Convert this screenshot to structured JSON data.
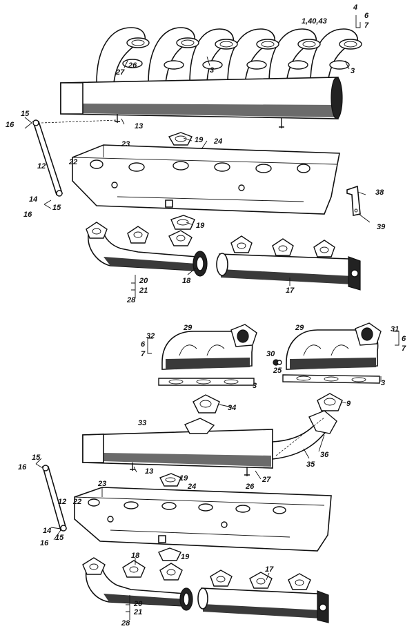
{
  "diagram": {
    "labels": {
      "a_1_40_43": "1,40,43",
      "a_4": "4",
      "a_6": "6",
      "a_7": "7",
      "a_3_top1": "3",
      "a_3_top2": "3",
      "a_27": "27",
      "a_26": "26",
      "a_13": "13",
      "a_15": "15",
      "a_16": "16",
      "a_12": "12",
      "a_14": "14",
      "a_15b": "15",
      "a_16b": "16",
      "a_19": "19",
      "a_23": "23",
      "a_24": "24",
      "a_22": "22",
      "a_38": "38",
      "a_39": "39",
      "a_19b": "19",
      "a_20": "20",
      "a_21": "21",
      "a_28": "28",
      "a_18": "18",
      "a_17": "17",
      "b_29a": "29",
      "b_29b": "29",
      "b_32": "32",
      "b_6": "6",
      "b_7": "7",
      "b_31": "31",
      "b_6b": "6",
      "b_7b": "7",
      "b_30": "30",
      "b_25": "25",
      "b_3a": "3",
      "b_3b": "3",
      "b_34": "34",
      "b_9": "9",
      "b_33": "33",
      "b_36": "36",
      "b_35": "35",
      "b_15": "15",
      "b_16": "16",
      "b_13": "13",
      "b_19": "19",
      "b_27": "27",
      "b_26": "26",
      "b_12": "12",
      "b_23": "23",
      "b_24": "24",
      "b_22": "22",
      "b_14": "14",
      "b_15b": "15",
      "b_16b": "16",
      "b_18": "18",
      "b_19b": "19",
      "b_17": "17",
      "b_20": "20",
      "b_21": "21",
      "b_28": "28"
    }
  }
}
